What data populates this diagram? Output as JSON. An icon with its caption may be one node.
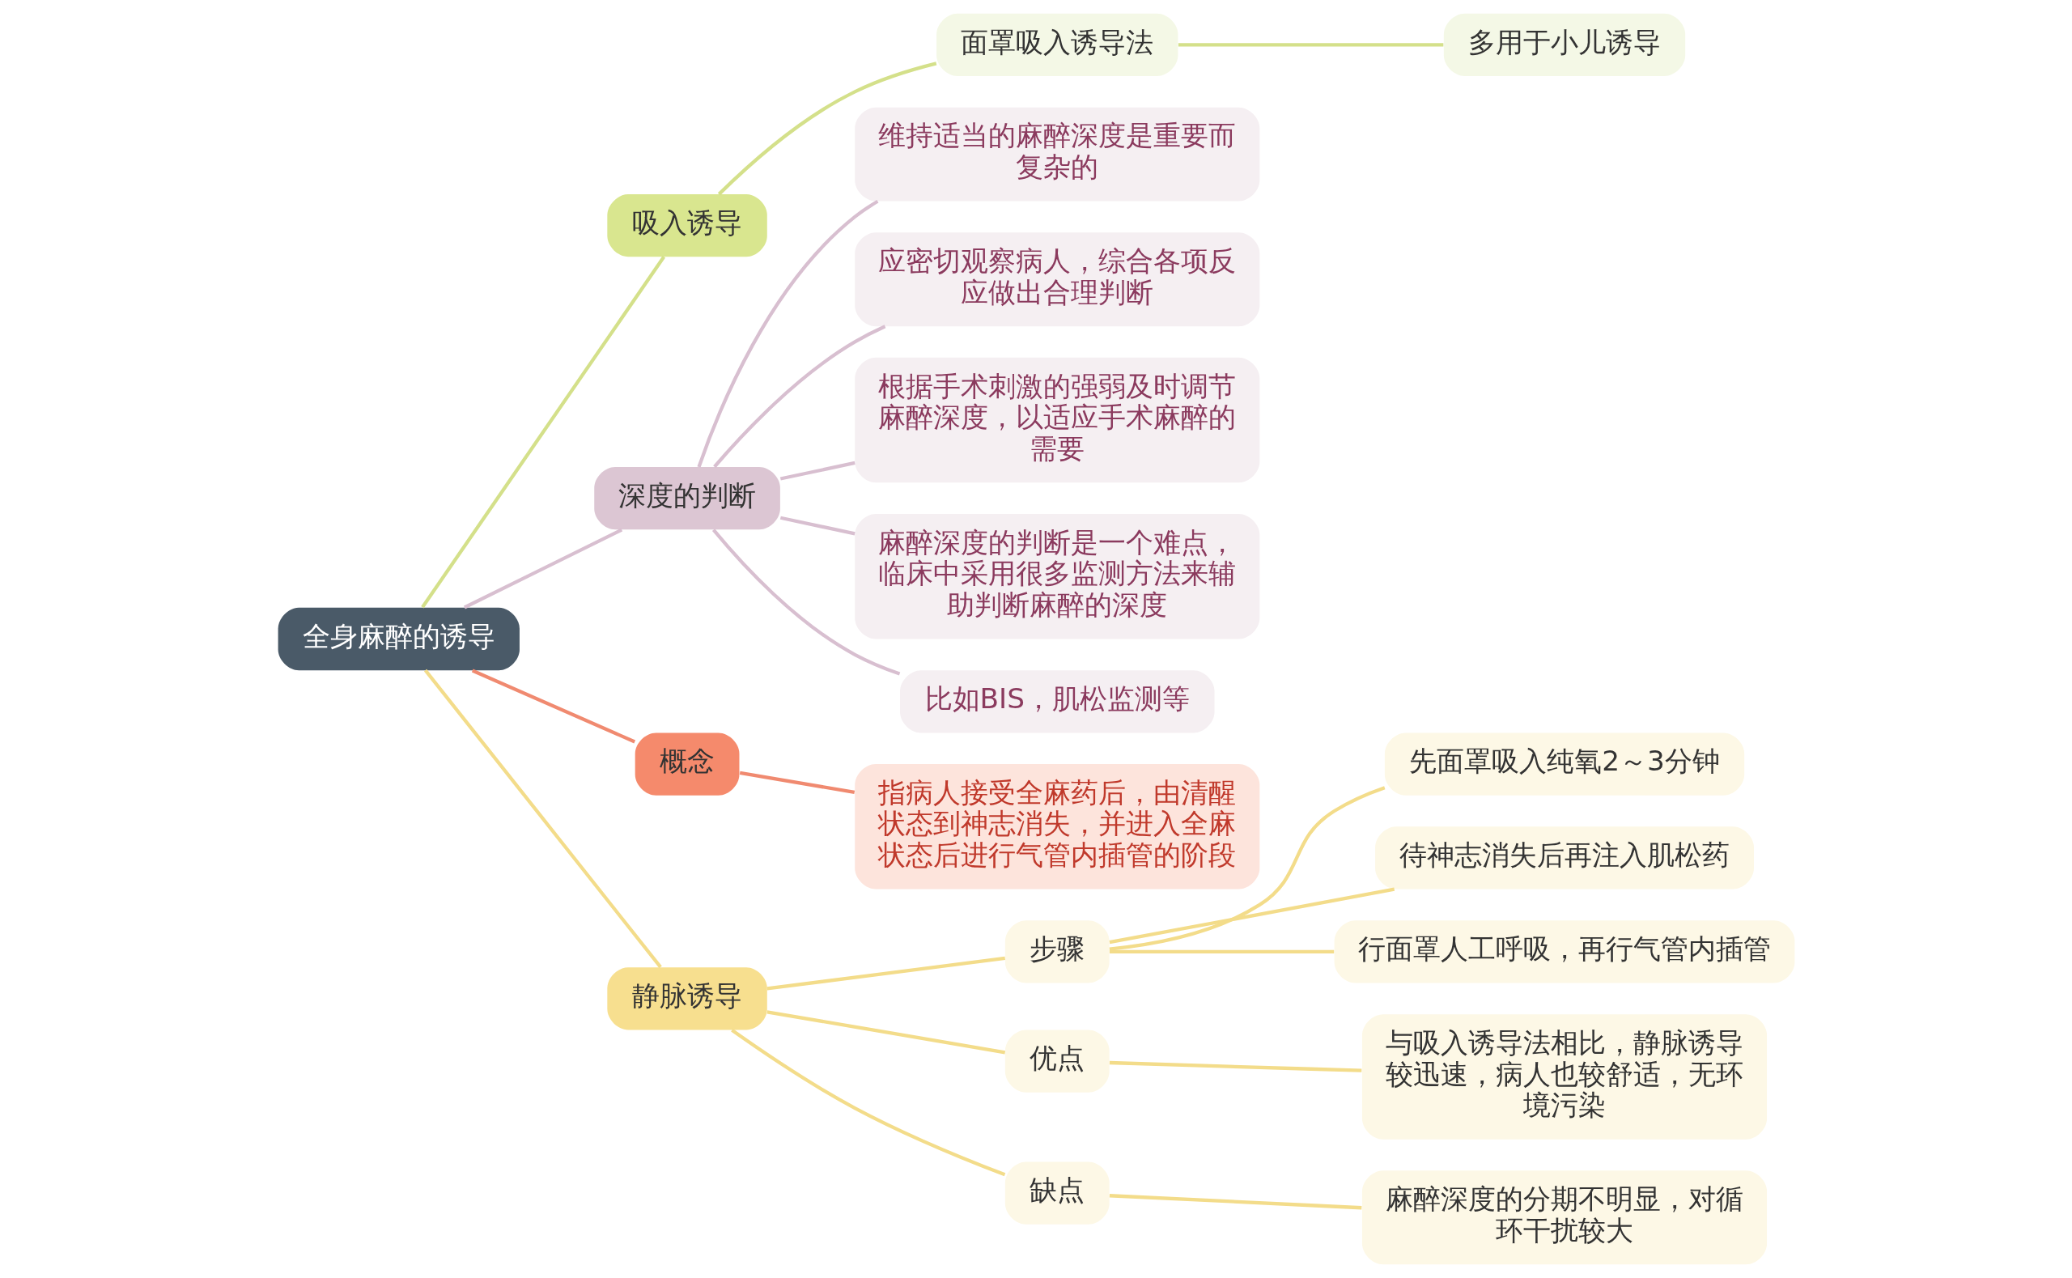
{
  "diagram": {
    "nodes": [
      {
        "text": [
          "全身麻醉的诱导"
        ]
      },
      {
        "text": [
          "吸入诱导"
        ]
      },
      {
        "text": [
          "面罩吸入诱导法"
        ]
      },
      {
        "text": [
          "多用于小儿诱导"
        ]
      },
      {
        "text": [
          "深度的判断"
        ]
      },
      {
        "text": [
          "维持适当的麻醉深度是重要而复杂的"
        ]
      },
      {
        "text": [
          "应密切观察病人，综合各项反应做出合理判断"
        ]
      },
      {
        "text": [
          "根据手术刺激的强弱及时调节麻醉深度，以适应手术麻醉的需要"
        ]
      },
      {
        "text": [
          "麻醉深度的判断是一个难点，临床中采用很多监测方法来辅助判断麻醉的深度"
        ]
      },
      {
        "text": [
          "比如BIS，肌松监测等"
        ]
      },
      {
        "text": [
          "概念"
        ]
      },
      {
        "text": [
          "指病人接受全麻药后，由清醒状态到神志消失，并进入全麻状态后进行气管内插管的阶段"
        ]
      },
      {
        "text": [
          "静脉诱导"
        ]
      },
      {
        "text": [
          "步骤"
        ]
      },
      {
        "text": [
          "先面罩吸入纯氧2～3分钟"
        ]
      },
      {
        "text": [
          "待神志消失后再注入肌松药"
        ]
      },
      {
        "text": [
          "行面罩人工呼吸，再行气管内插管"
        ]
      },
      {
        "text": [
          "优点"
        ]
      },
      {
        "text": [
          "与吸入诱导法相比，静脉诱导较迅速，病人也较舒适，无环境污染"
        ]
      },
      {
        "text": [
          "缺点"
        ]
      },
      {
        "text": [
          "麻醉深度的分期不明显，对循环干扰较大"
        ]
      }
    ],
    "edges": [
      {
        "from": 0,
        "to": 1,
        "arrow": "none",
        "color": "#d4e08a"
      },
      {
        "from": 1,
        "to": 2,
        "arrow": "none",
        "color": "#d4e08a"
      },
      {
        "from": 2,
        "to": 3,
        "arrow": "none",
        "color": "#d4e08a"
      },
      {
        "from": 0,
        "to": 4,
        "arrow": "none",
        "color": "#d8bfd0"
      },
      {
        "from": 4,
        "to": 5,
        "arrow": "none",
        "color": "#d8bfd0"
      },
      {
        "from": 4,
        "to": 6,
        "arrow": "none",
        "color": "#d8bfd0"
      },
      {
        "from": 4,
        "to": 7,
        "arrow": "none",
        "color": "#d8bfd0"
      },
      {
        "from": 4,
        "to": 8,
        "arrow": "none",
        "color": "#d8bfd0"
      },
      {
        "from": 4,
        "to": 9,
        "arrow": "none",
        "color": "#d8bfd0"
      },
      {
        "from": 0,
        "to": 10,
        "arrow": "none",
        "color": "#f08a70"
      },
      {
        "from": 10,
        "to": 11,
        "arrow": "none",
        "color": "#f08a70"
      },
      {
        "from": 0,
        "to": 12,
        "arrow": "none",
        "color": "#f3dc8a"
      },
      {
        "from": 12,
        "to": 13,
        "arrow": "none",
        "color": "#f3dc8a"
      },
      {
        "from": 13,
        "to": 14,
        "arrow": "none",
        "color": "#f3dc8a"
      },
      {
        "from": 13,
        "to": 15,
        "arrow": "none",
        "color": "#f3dc8a"
      },
      {
        "from": 13,
        "to": 16,
        "arrow": "none",
        "color": "#f3dc8a"
      },
      {
        "from": 12,
        "to": 17,
        "arrow": "none",
        "color": "#f3dc8a"
      },
      {
        "from": 17,
        "to": 18,
        "arrow": "none",
        "color": "#f3dc8a"
      },
      {
        "from": 12,
        "to": 19,
        "arrow": "none",
        "color": "#f3dc8a"
      },
      {
        "from": 19,
        "to": 20,
        "arrow": "none",
        "color": "#f3dc8a"
      }
    ]
  }
}
